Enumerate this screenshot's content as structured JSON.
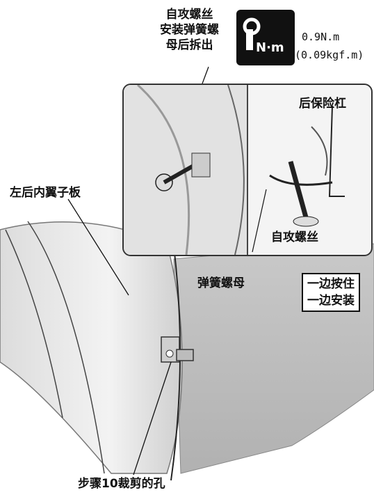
{
  "callouts": {
    "tapping_screw_note": [
      "自攻螺丝",
      "安装弹簧螺",
      "母后拆出"
    ],
    "torque_symbol": "N·m",
    "torque_value": "0.9N.m",
    "torque_value_kgf": "(0.09kgf.m)",
    "rear_bumper": "后保险杠",
    "left_rear_fender_liner": "左后内翼子板",
    "spring_nut": "弹簧螺母",
    "tapping_screw": "自攻螺丝",
    "press_and_install": [
      "一边按住",
      "一边安装"
    ],
    "step10_hole": "步骤10裁剪的孔"
  },
  "colors": {
    "ink": "#111111",
    "panel": "#e9e9e9",
    "panel_shadow": "#bdbdbd",
    "icon_bg": "#111111"
  }
}
